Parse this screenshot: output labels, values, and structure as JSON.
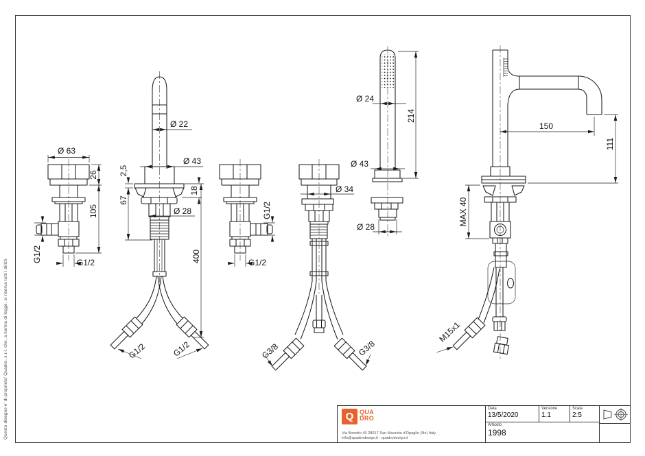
{
  "colors": {
    "accent": "#e8632c",
    "line": "#1a1a1a"
  },
  "side_note": "Questo disegno e' di proprieta' Quadro. s.r.l. che, a norma di legge, si riserva tutti i diritti.",
  "title_block": {
    "logo_q": "Q",
    "logo_line1": "QUA",
    "logo_line2": "DRO",
    "address_line1": "Via Bonetto 40  28017 San Maurizio d'Opaglio (No) Italy",
    "address_line2": "info@quadrodesign.it  -  quadrodesign.it",
    "data_label": "Data",
    "data_value": "13/5/2020",
    "versione_label": "Versione",
    "versione_value": "1.1",
    "scala_label": "Scala",
    "scala_value": "2:5",
    "articolo_label": "Articolo",
    "articolo_value": "1998"
  },
  "dims": {
    "valve_left": {
      "diameter": "Ø 63",
      "knob_height": "26",
      "body_height": "105",
      "side_thread": "G1/2",
      "bottom_thread": "G1/2"
    },
    "spout_column": {
      "column_diameter": "Ø 22",
      "base_diameter": "Ø 43",
      "plate_thickness": "2,5",
      "under_depth": "67",
      "clamp_depth": "18",
      "shank_diameter": "Ø 28",
      "hose_length": "400",
      "hose_left_thread": "G1/2",
      "hose_right_thread": "G1/2"
    },
    "valve_right": {
      "side_thread": "G1/2",
      "bottom_thread": "G1/2"
    },
    "diverter": {
      "column_diameter": "Ø 34",
      "hose_left_thread": "G3/8",
      "hose_right_thread": "G3/8"
    },
    "handshower": {
      "head_diameter": "Ø 24",
      "height": "214",
      "base_diameter": "Ø 43",
      "shank_diameter": "Ø 28"
    },
    "spout": {
      "reach": "150",
      "outlet_height": "111",
      "max_thickness": "MAX 40",
      "hose_thread": "M15x1"
    }
  }
}
